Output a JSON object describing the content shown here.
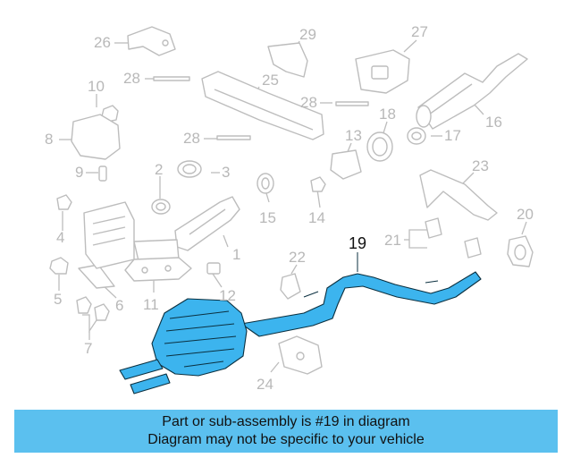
{
  "callouts": [
    {
      "id": "1",
      "text": "1"
    },
    {
      "id": "2",
      "text": "2"
    },
    {
      "id": "3",
      "text": "3"
    },
    {
      "id": "4",
      "text": "4"
    },
    {
      "id": "5",
      "text": "5"
    },
    {
      "id": "6",
      "text": "6"
    },
    {
      "id": "7",
      "text": "7"
    },
    {
      "id": "8",
      "text": "8"
    },
    {
      "id": "9",
      "text": "9"
    },
    {
      "id": "10",
      "text": "10"
    },
    {
      "id": "11",
      "text": "11"
    },
    {
      "id": "12",
      "text": "12"
    },
    {
      "id": "13",
      "text": "13"
    },
    {
      "id": "14",
      "text": "14"
    },
    {
      "id": "15",
      "text": "15"
    },
    {
      "id": "16",
      "text": "16"
    },
    {
      "id": "17",
      "text": "17"
    },
    {
      "id": "18",
      "text": "18"
    },
    {
      "id": "19",
      "text": "19"
    },
    {
      "id": "20",
      "text": "20"
    },
    {
      "id": "21",
      "text": "21"
    },
    {
      "id": "22",
      "text": "22"
    },
    {
      "id": "23",
      "text": "23"
    },
    {
      "id": "24",
      "text": "24"
    },
    {
      "id": "25",
      "text": "25"
    },
    {
      "id": "26",
      "text": "26"
    },
    {
      "id": "27",
      "text": "27"
    },
    {
      "id": "28a",
      "text": "28"
    },
    {
      "id": "28b",
      "text": "28"
    },
    {
      "id": "28c",
      "text": "28"
    },
    {
      "id": "29",
      "text": "29"
    }
  ],
  "highlighted_part": "19",
  "colors": {
    "highlight": "#3cb4ee",
    "banner": "#5bc0ef",
    "faded": "#bdbdbd"
  },
  "banner": {
    "line1": "Part or sub-assembly is #19 in diagram",
    "line2": "Diagram may not be specific to your vehicle"
  }
}
